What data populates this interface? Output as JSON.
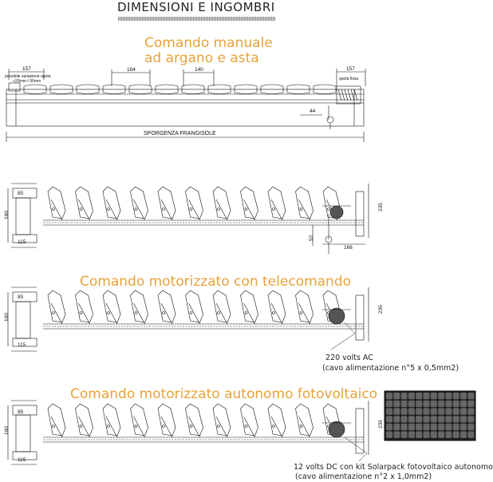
{
  "header": {
    "title": "DIMENSIONI  E INGOMBRI"
  },
  "sections": {
    "manual": {
      "title_line1": "Comando manuale",
      "title_line2": "ad argano e asta"
    },
    "motorized_remote": {
      "title": "Comando motorizzato con telecomando"
    },
    "motorized_solar": {
      "title": "Comando motorizzato autonomo fotovoltaico"
    }
  },
  "top_view": {
    "dim_157_left": "157",
    "dim_164": "164",
    "dim_140": "140",
    "dim_157_right": "157",
    "dim_44": "44",
    "note_variation_line1": "possibile variazione quota",
    "note_variation_line2": "+20mm /-30mm",
    "note_fixed": "quota fissa",
    "span_label": "SPORGENZA FRANGISOLE"
  },
  "side_view_manual": {
    "dim_85": "85",
    "dim_160": "160",
    "dim_115": "115",
    "dim_235": "235",
    "dim_52": "52",
    "dim_166": "166"
  },
  "side_view_remote": {
    "dim_85": "85",
    "dim_160": "160",
    "dim_115": "115",
    "dim_235": "235",
    "power_note_line1": "220 volts AC",
    "power_note_line2": "(cavo alimentazione n°5 x 0,5mm2)"
  },
  "side_view_solar": {
    "dim_85": "85",
    "dim_160": "160",
    "dim_115": "115",
    "dim_235": "235",
    "power_note_line1": "12 volts DC con kit Solarpack fotovoltaico autonomo",
    "power_note_line2": "(cavo alimentazione n°2 x 1,0mm2)"
  },
  "colors": {
    "section_title": "#e8a23a",
    "line": "#111111",
    "panel_cell": "#555555",
    "panel_bg": "#222222"
  }
}
